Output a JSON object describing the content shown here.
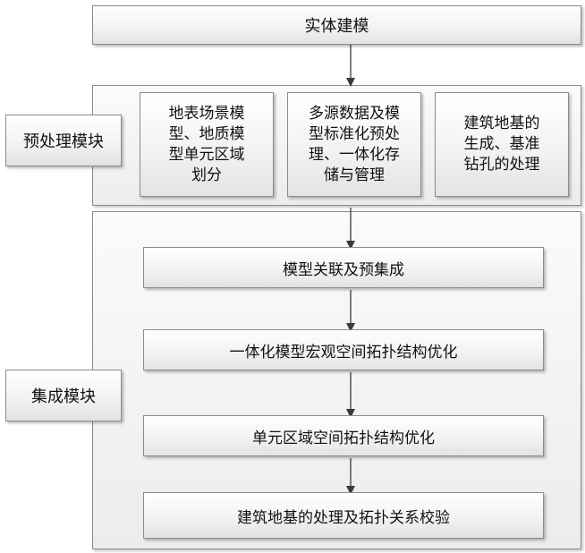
{
  "top_box": "实体建模",
  "preprocess": {
    "label": "预处理模块",
    "items": [
      "地表场景模\n型、地质模\n型单元区域\n划分",
      "多源数据及模\n型标准化预处\n理、一体化存\n储与管理",
      "建筑地基的\n生成、基准\n钻孔的处理"
    ]
  },
  "integration": {
    "label": "集成模块",
    "steps": [
      "模型关联及预集成",
      "一体化模型宏观空间拓扑结构优化",
      "单元区域空间拓扑结构优化",
      "建筑地基的处理及拓扑关系校验"
    ]
  }
}
